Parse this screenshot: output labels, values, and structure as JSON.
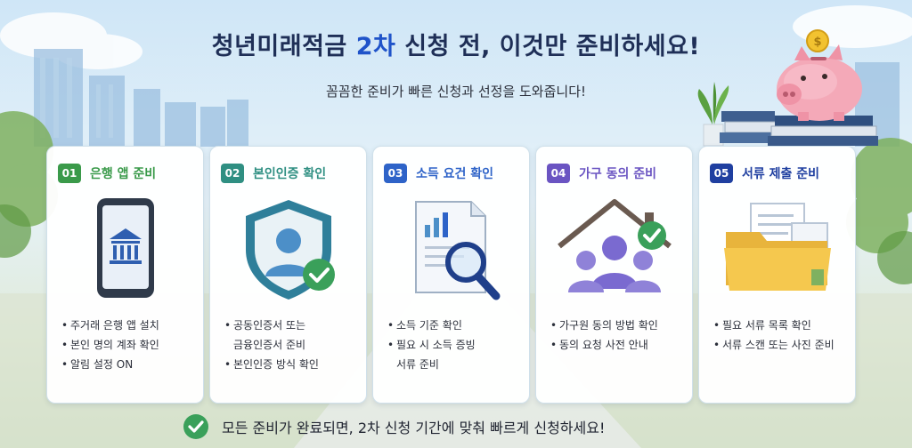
{
  "header": {
    "title_accent_lead": "청년미래적금",
    "title_accent": "2차",
    "title_rest": "신청 전, 이것만 준비하세요!",
    "subtitle": "꼼꼼한 준비가 빠른 신청과 선정을 도와줍니다!"
  },
  "cards": [
    {
      "num": "01",
      "title": "은행 앱 준비",
      "color": "#3a9a4a",
      "icon": "bank-phone-icon",
      "bullets": [
        "주거래 은행 앱 설치",
        "본인 명의 계좌 확인",
        "알림 설정 ON"
      ]
    },
    {
      "num": "02",
      "title": "본인인증 확인",
      "color": "#2f8f82",
      "icon": "shield-user-icon",
      "bullets": [
        "공동인증서 또는",
        "금융인증서 준비",
        "본인인증 방식 확인"
      ]
    },
    {
      "num": "03",
      "title": "소득 요건 확인",
      "color": "#2e63c8",
      "icon": "document-search-icon",
      "bullets": [
        "소득 기준 확인",
        "필요 시 소득 증빙",
        "서류 준비"
      ]
    },
    {
      "num": "04",
      "title": "가구 동의 준비",
      "color": "#6a54c2",
      "icon": "family-house-icon",
      "bullets": [
        "가구원 동의 방법 확인",
        "동의 요청 사전 안내"
      ]
    },
    {
      "num": "05",
      "title": "서류 제출 준비",
      "color": "#1f3fa0",
      "icon": "folder-documents-icon",
      "bullets": [
        "필요 서류 목록 확인",
        "서류 스캔 또는 사진 준비"
      ]
    }
  ],
  "footer": {
    "text": "모든 준비가 완료되면, 2차 신청 기간에 맞춰 빠르게 신청하세요!",
    "icon": "check-circle-icon"
  },
  "colors": {
    "check_green": "#3aa05a",
    "title_navy": "#1f2f57",
    "accent_blue": "#1f53c9"
  }
}
